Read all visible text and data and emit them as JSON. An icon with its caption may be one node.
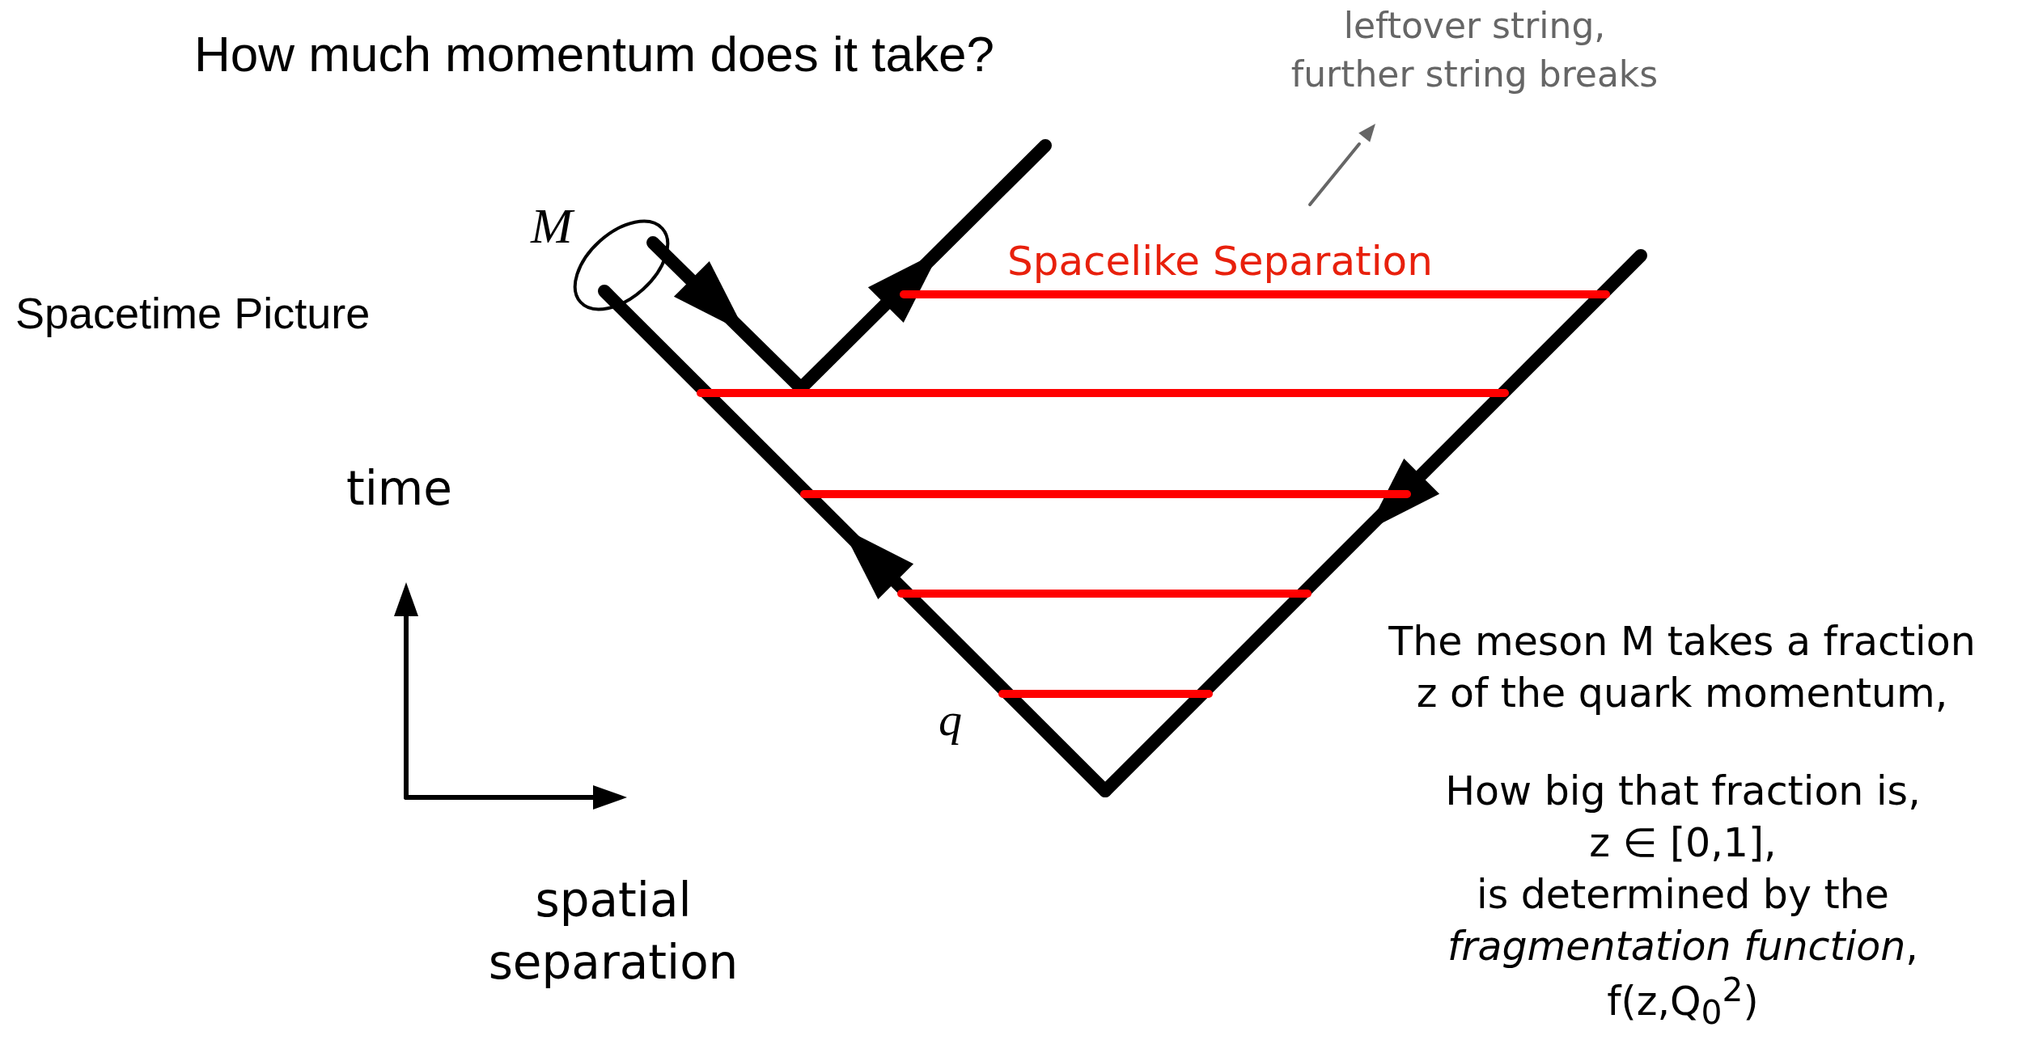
{
  "diagram": {
    "title": "How much momentum does it take?",
    "labels": [
      "leftover string, further string breaks",
      "Spacetime Picture",
      "M",
      "Spacelike Separation",
      "time",
      "q",
      "spatial separation",
      "The meson M takes a fraction z of the quark momentum,",
      "How big that fraction is,",
      "z ∈ [0,1],",
      "is determined by the",
      "*fragmentation function*,",
      "f(z,Q$_{0}$$^{2}$)"
    ]
  }
}
